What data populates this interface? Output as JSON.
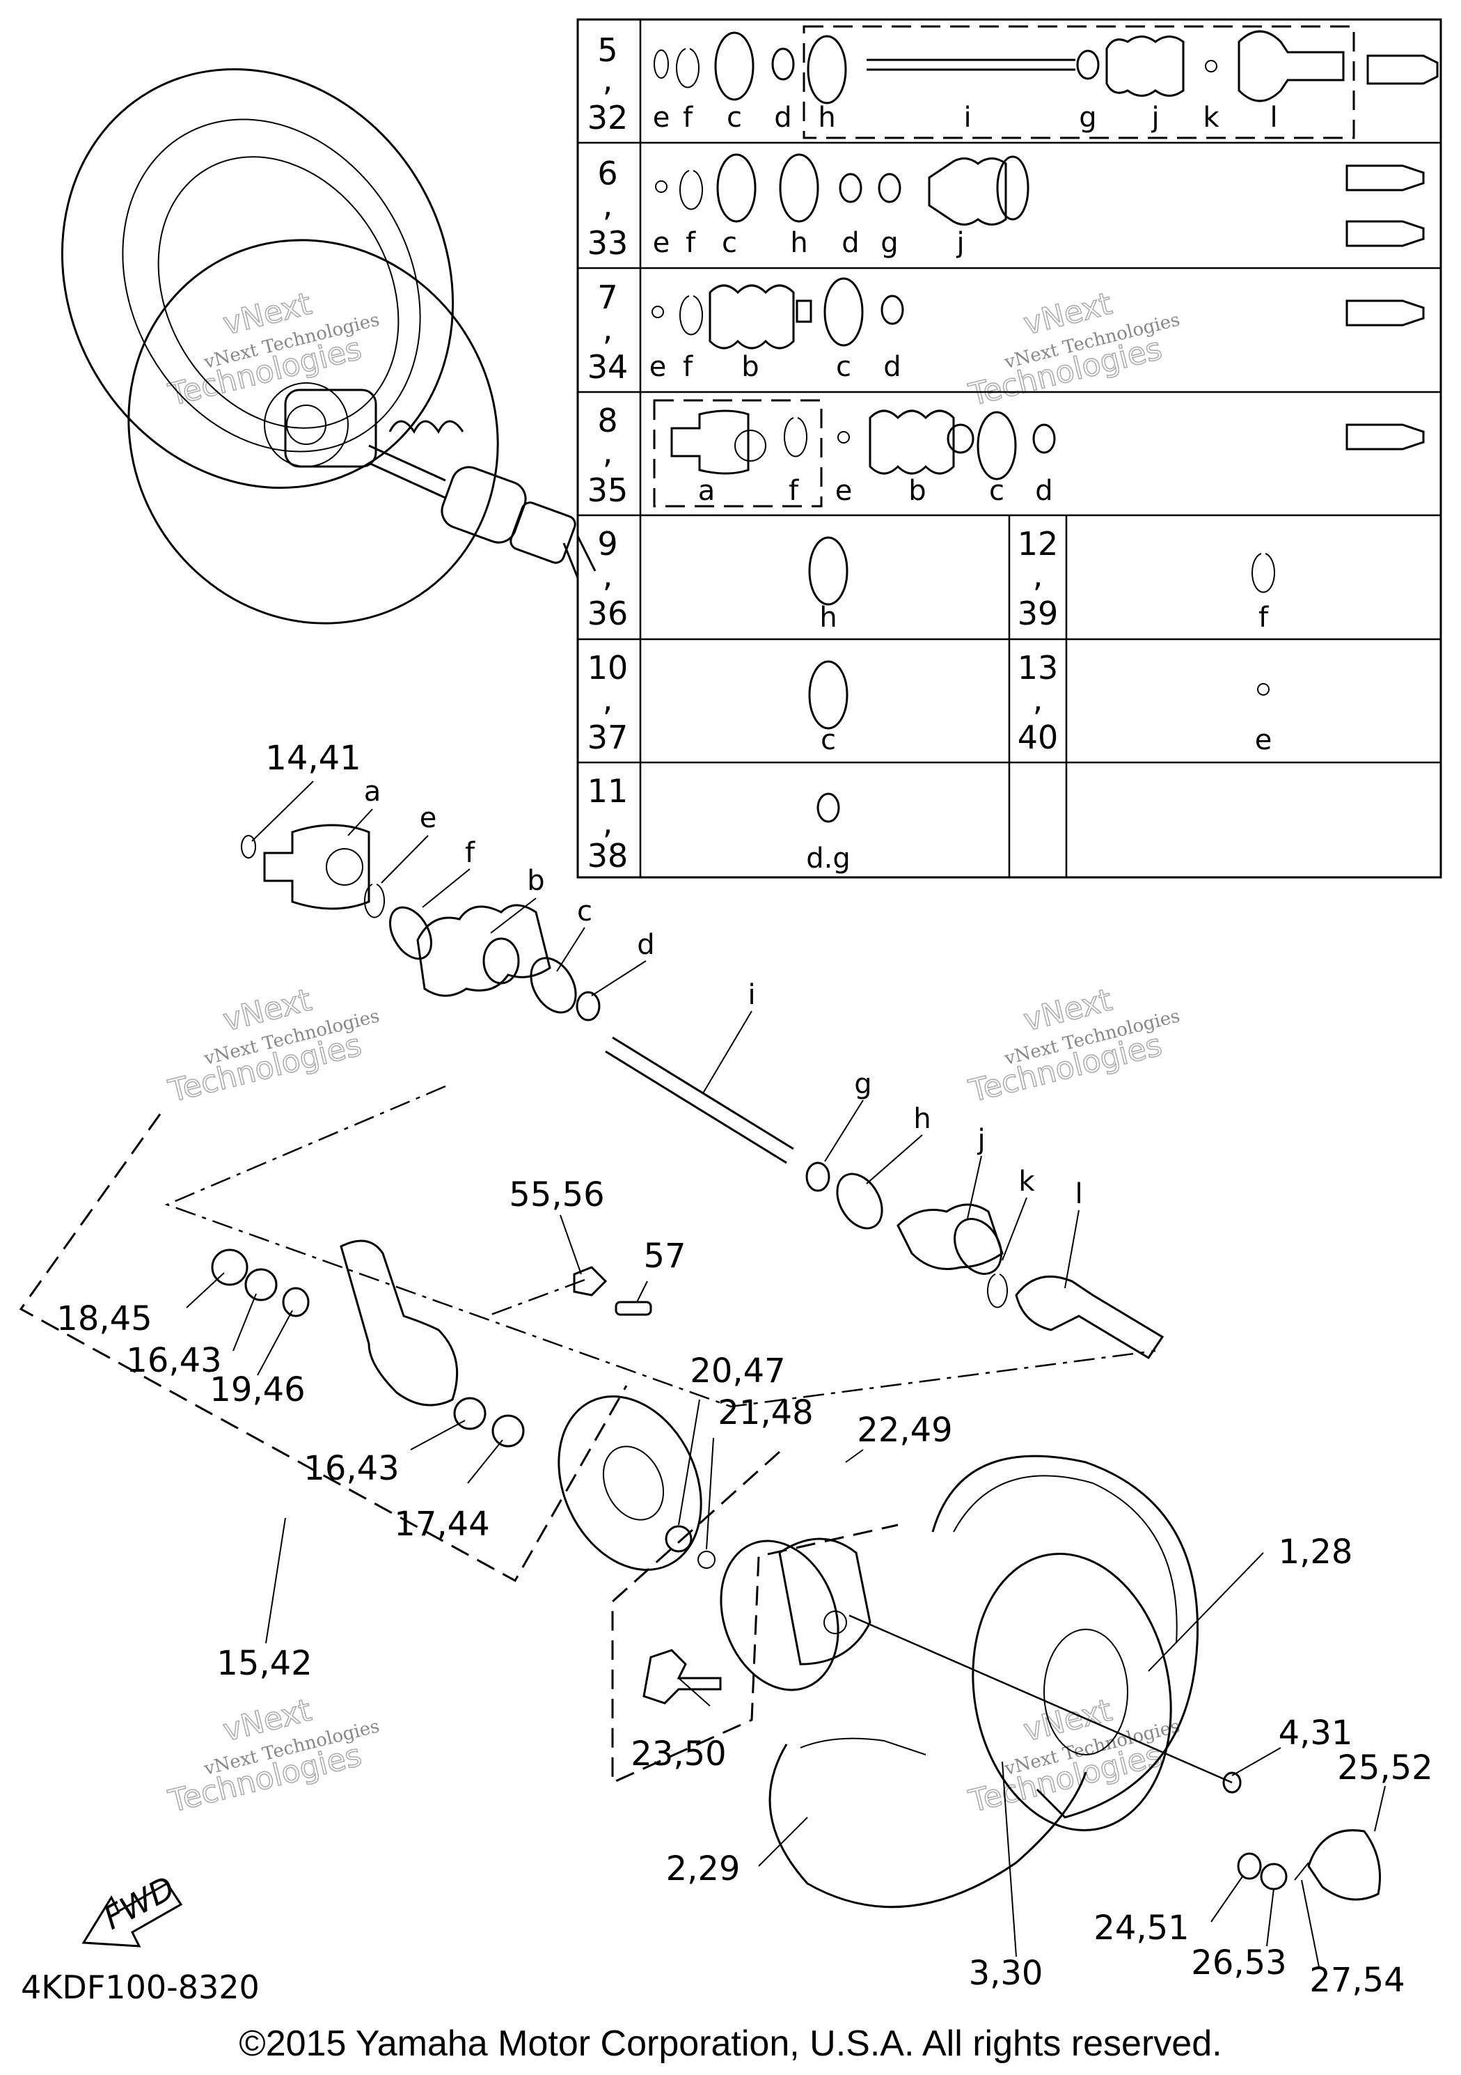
{
  "table": {
    "rows": [
      {
        "refs": [
          "5",
          ",",
          "32"
        ],
        "letters": [
          "e",
          "f",
          "c",
          "d",
          "h",
          "i",
          "g",
          "j",
          "k",
          "l"
        ]
      },
      {
        "refs": [
          "6",
          ",",
          "33"
        ],
        "letters": [
          "e",
          "f",
          "c",
          "h",
          "d",
          "g",
          "j"
        ]
      },
      {
        "refs": [
          "7",
          ",",
          "34"
        ],
        "letters": [
          "e",
          "f",
          "b",
          "c",
          "d"
        ]
      },
      {
        "refs": [
          "8",
          ",",
          "35"
        ],
        "letters": [
          "a",
          "f",
          "e",
          "b",
          "c",
          "d"
        ]
      },
      {
        "refs": [
          "9",
          ",",
          "36"
        ],
        "letters": [
          "h"
        ]
      },
      {
        "refs": [
          "10",
          ",",
          "37"
        ],
        "letters": [
          "c"
        ]
      },
      {
        "refs": [
          "11",
          ",",
          "38"
        ],
        "letters": [
          "d.g"
        ]
      },
      {
        "refs": [
          "12",
          ",",
          "39"
        ],
        "letters": [
          "f"
        ]
      },
      {
        "refs": [
          "13",
          ",",
          "40"
        ],
        "letters": [
          "e"
        ]
      }
    ]
  },
  "callouts": {
    "c14_41": "14,41",
    "a": "a",
    "e": "e",
    "f": "f",
    "b": "b",
    "c": "c",
    "d": "d",
    "i": "i",
    "g": "g",
    "h": "h",
    "j": "j",
    "k": "k",
    "l": "l",
    "c55_56": "55,56",
    "c57": "57",
    "c18_45": "18,45",
    "c16_43a": "16,43",
    "c19_46": "19,46",
    "c16_43b": "16,43",
    "c17_44": "17,44",
    "c15_42": "15,42",
    "c20_47": "20,47",
    "c21_48": "21,48",
    "c22_49": "22,49",
    "c23_50": "23,50",
    "c1_28": "1,28",
    "c4_31": "4,31",
    "c25_52": "25,52",
    "c2_29": "2,29",
    "c24_51": "24,51",
    "c26_53": "26,53",
    "c27_54": "27,54",
    "c3_30": "3,30"
  },
  "fwd": "FWD",
  "diagram_code": "4KDF100-8320",
  "watermark": {
    "line1": "vNext Technologies",
    "line2": "vNext",
    "line3": "Technologies"
  },
  "copyright": "©2015 Yamaha Motor Corporation, U.S.A. All rights reserved."
}
